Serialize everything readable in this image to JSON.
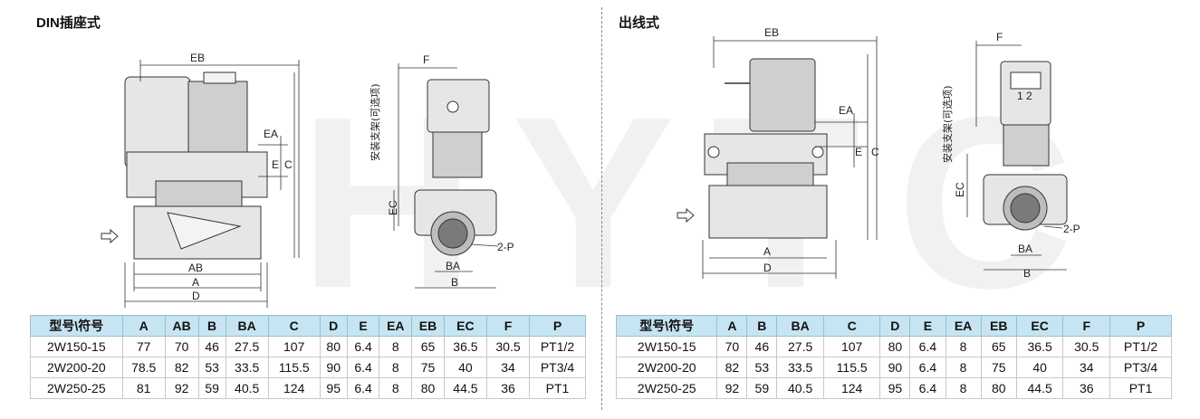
{
  "watermark": "HYTC",
  "left": {
    "title": "DIN插座式",
    "labels": {
      "EB": "EB",
      "EA": "EA",
      "E": "E",
      "C": "C",
      "AB": "AB",
      "A": "A",
      "D": "D",
      "F": "F",
      "EC": "EC",
      "BA": "BA",
      "B": "B",
      "P": "2-P",
      "support": "安装支架(可选项)"
    },
    "headers": [
      "型号\\符号",
      "A",
      "AB",
      "B",
      "BA",
      "C",
      "D",
      "E",
      "EA",
      "EB",
      "EC",
      "F",
      "P"
    ],
    "rows": [
      [
        "2W150-15",
        "77",
        "70",
        "46",
        "27.5",
        "107",
        "80",
        "6.4",
        "8",
        "65",
        "36.5",
        "30.5",
        "PT1/2"
      ],
      [
        "2W200-20",
        "78.5",
        "82",
        "53",
        "33.5",
        "115.5",
        "90",
        "6.4",
        "8",
        "75",
        "40",
        "34",
        "PT3/4"
      ],
      [
        "2W250-25",
        "81",
        "92",
        "59",
        "40.5",
        "124",
        "95",
        "6.4",
        "8",
        "80",
        "44.5",
        "36",
        "PT1"
      ]
    ]
  },
  "right": {
    "title": "出线式",
    "labels": {
      "EB": "EB",
      "EA": "EA",
      "E": "E",
      "C": "C",
      "A": "A",
      "D": "D",
      "F": "F",
      "EC": "EC",
      "BA": "BA",
      "B": "B",
      "P": "2-P",
      "support": "安装支架(可选项)",
      "pins": "1 2"
    },
    "headers": [
      "型号\\符号",
      "A",
      "B",
      "BA",
      "C",
      "D",
      "E",
      "EA",
      "EB",
      "EC",
      "F",
      "P"
    ],
    "rows": [
      [
        "2W150-15",
        "70",
        "46",
        "27.5",
        "107",
        "80",
        "6.4",
        "8",
        "65",
        "36.5",
        "30.5",
        "PT1/2"
      ],
      [
        "2W200-20",
        "82",
        "53",
        "33.5",
        "115.5",
        "90",
        "6.4",
        "8",
        "75",
        "40",
        "34",
        "PT3/4"
      ],
      [
        "2W250-25",
        "92",
        "59",
        "40.5",
        "124",
        "95",
        "6.4",
        "8",
        "80",
        "44.5",
        "36",
        "PT1"
      ]
    ]
  }
}
